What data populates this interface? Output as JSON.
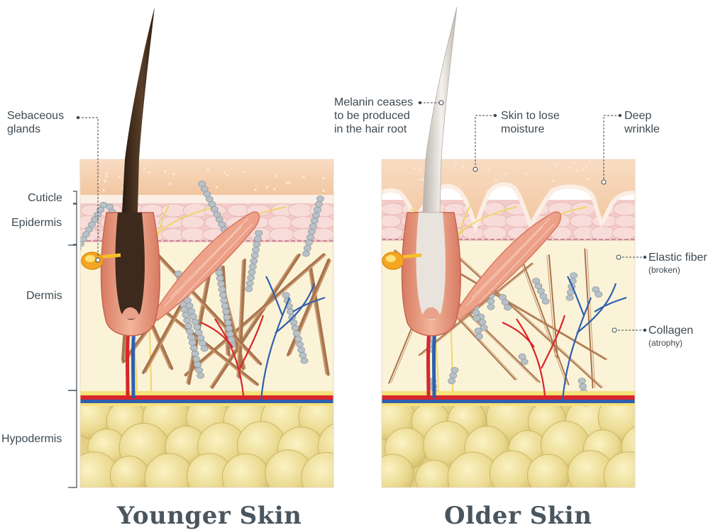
{
  "titles": {
    "younger": "Younger Skin",
    "older": "Older Skin"
  },
  "layers": {
    "cuticle": "Cuticle",
    "epidermis": "Epidermis",
    "dermis": "Dermis",
    "hypodermis": "Hypodermis"
  },
  "callouts": {
    "sebaceous": "Sebaceous\nglands",
    "melanin": "Melanin ceases\nto be produced\nin the hair root",
    "moisture": "Skin to lose\nmoisture",
    "wrinkle": "Deep\nwrinkle",
    "elastic": "Elastic fiber",
    "elastic_note": "(broken)",
    "collagen": "Collagen",
    "collagen_note": "(atrophy)"
  },
  "colors": {
    "surface": "#f6d3b3",
    "epidermis": "#f3c9c6",
    "dermis": "#fbf3d8",
    "hypodermis": "#eadb9a",
    "hair_young": "#3d2a1c",
    "hair_old": "#d9d4ce",
    "artery": "#d8262b",
    "vein": "#2f5fae",
    "collagen": "#a8744e",
    "elastic": "#a9b4bb",
    "label": "#3e4a52"
  }
}
